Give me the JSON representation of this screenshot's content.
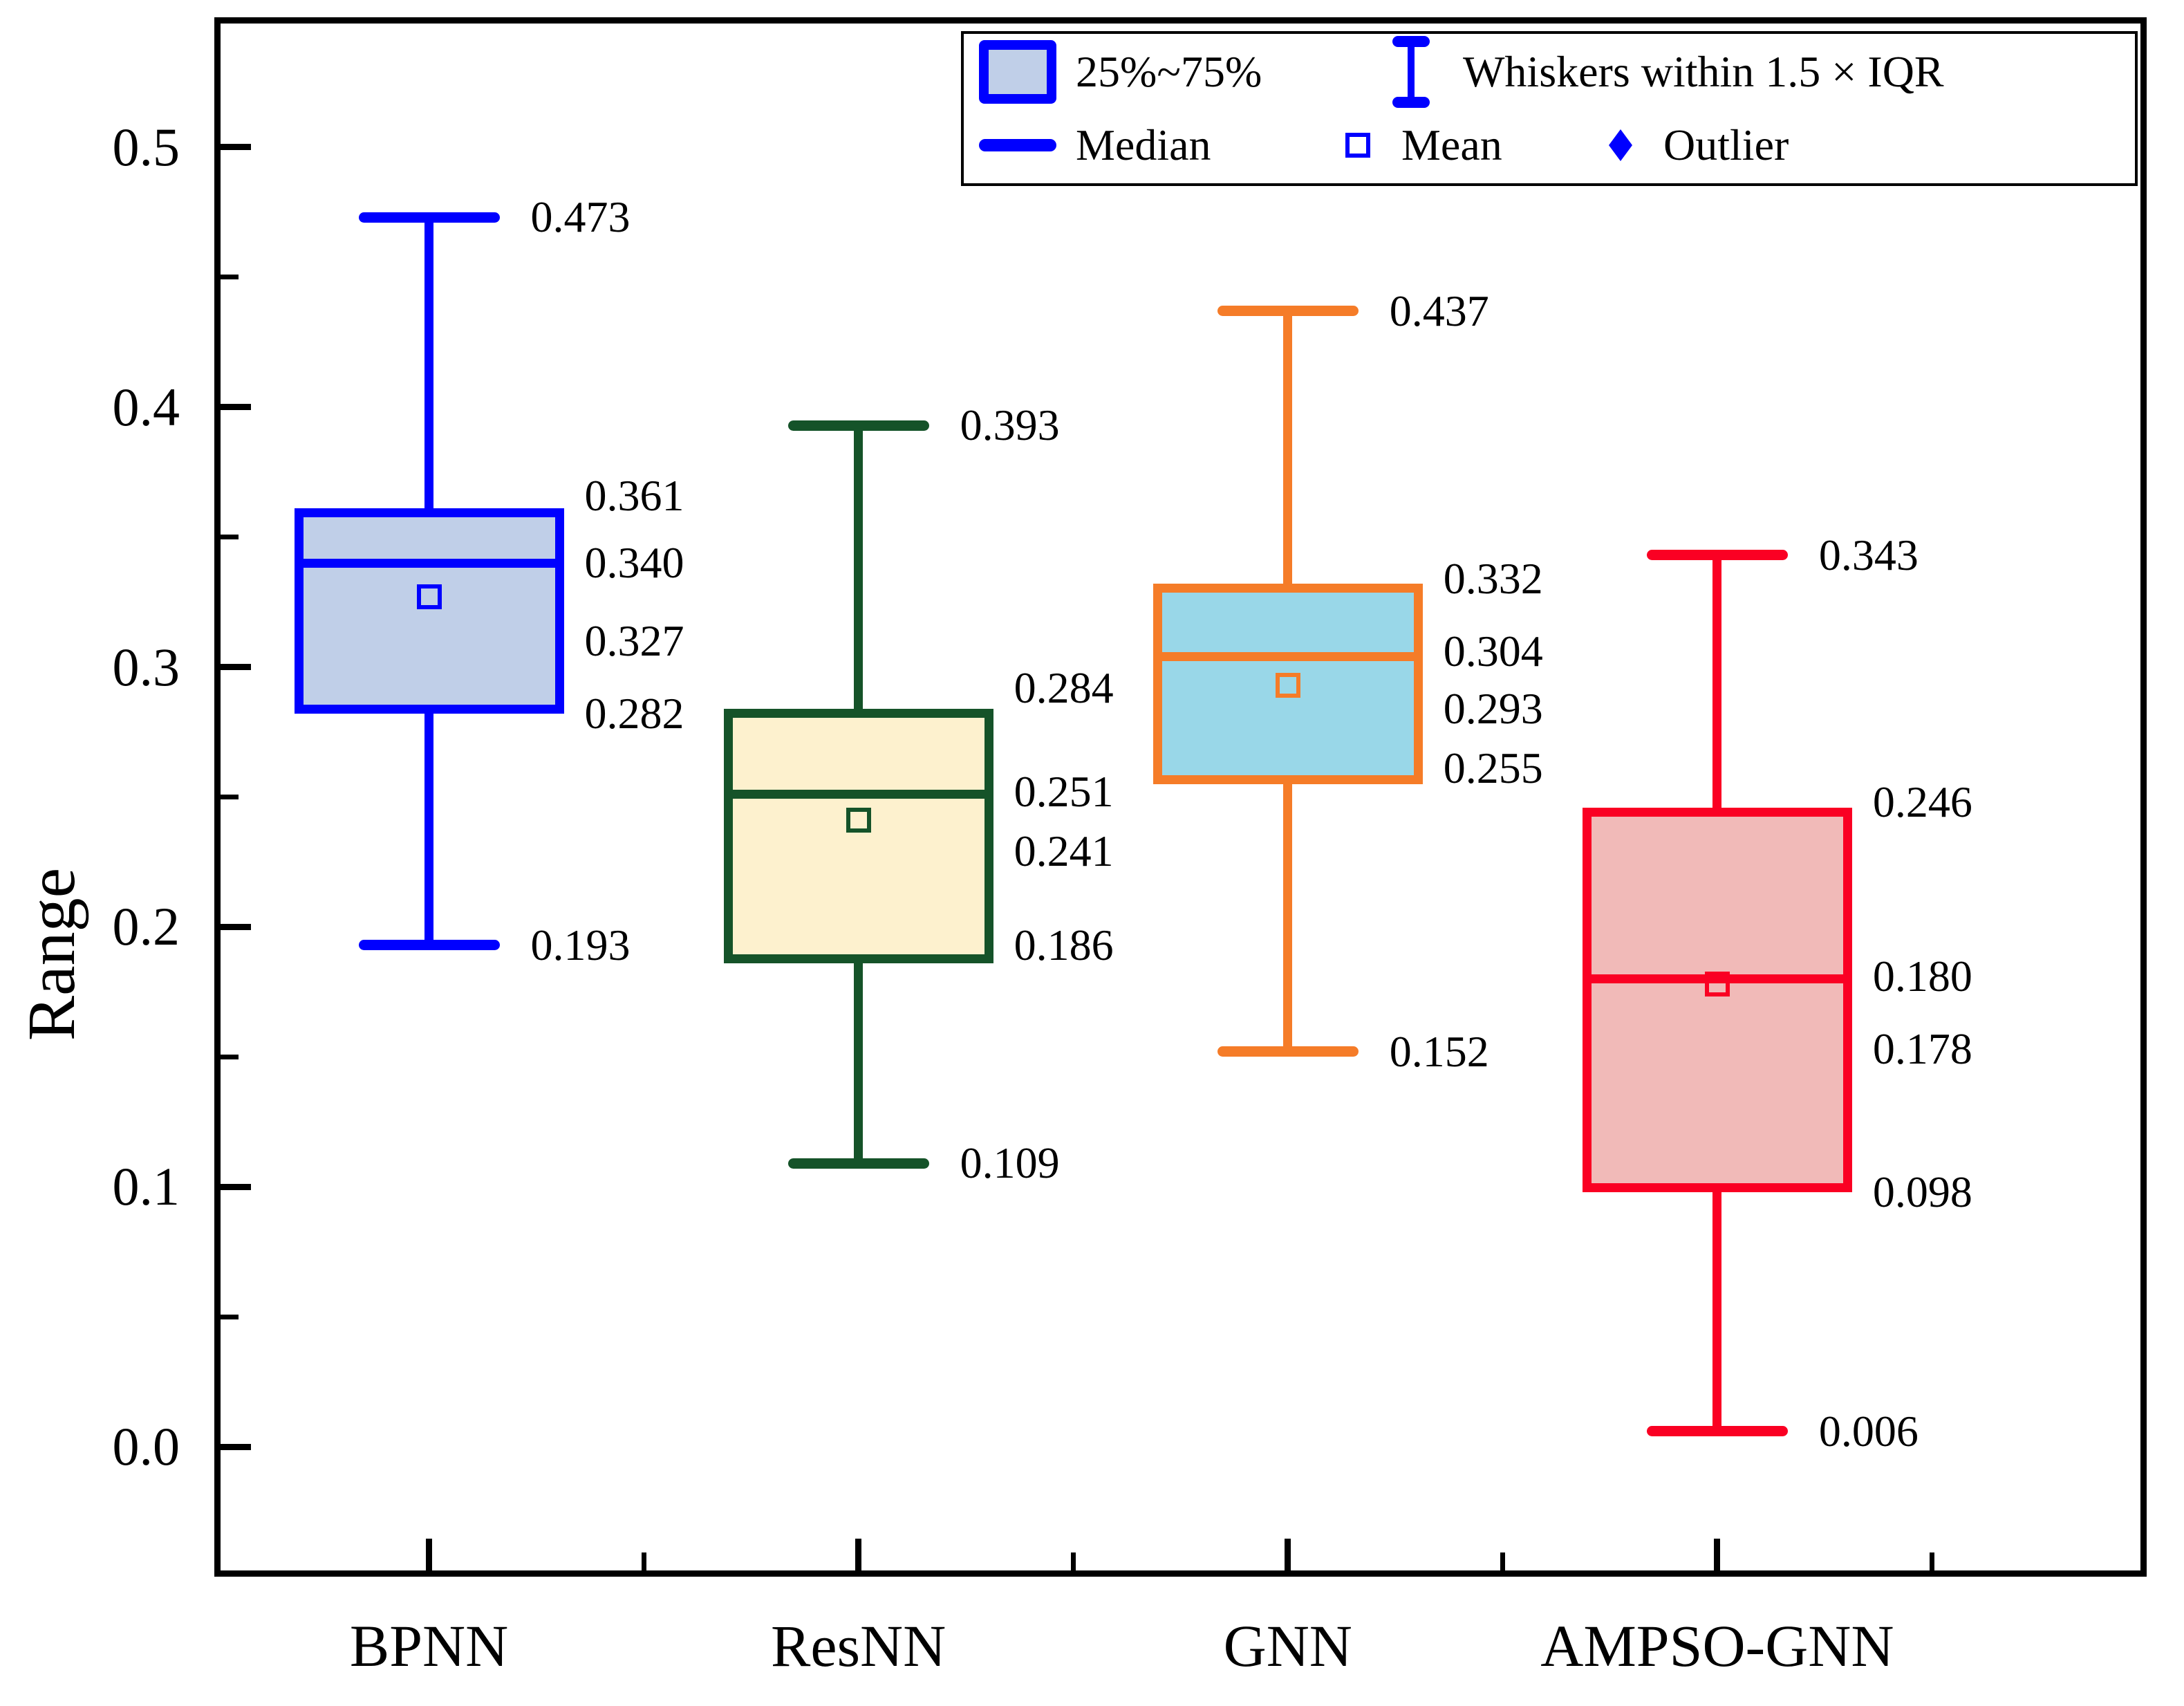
{
  "figure": {
    "ylabel": "Range",
    "background": "#FFFFFF",
    "frame_color": "#000000"
  },
  "y_axis": {
    "range": [
      -0.05,
      0.55
    ],
    "major_ticks": [
      {
        "value": 0.0,
        "label": "0.0"
      },
      {
        "value": 0.1,
        "label": "0.1"
      },
      {
        "value": 0.2,
        "label": "0.2"
      },
      {
        "value": 0.3,
        "label": "0.3"
      },
      {
        "value": 0.4,
        "label": "0.4"
      },
      {
        "value": 0.5,
        "label": "0.5"
      }
    ],
    "minor_ticks": [
      0.05,
      0.15,
      0.25,
      0.35,
      0.45
    ]
  },
  "x_axis": {
    "range": [
      0.5,
      5.0
    ],
    "category_positions": [
      1,
      2,
      3,
      4
    ],
    "minor_ticks": [
      1.5,
      2.5,
      3.5,
      4.5
    ]
  },
  "legend": {
    "box_label": "25%~75%",
    "whisker_label": "Whiskers within 1.5 × IQR",
    "median_label": "Median",
    "mean_label": "Mean",
    "outlier_label": "Outlier",
    "glyph_color": "#0000FF",
    "swatch_fill": "#C0CFE8"
  },
  "chart_data": {
    "type": "box",
    "title": "",
    "xlabel": "",
    "ylabel": "Range",
    "ylim": [
      -0.05,
      0.55
    ],
    "grid": false,
    "legend_position": "top-right",
    "categories": [
      "BPNN",
      "ResNN",
      "GNN",
      "AMPSO-GNN"
    ],
    "series": [
      {
        "name": "BPNN",
        "line_color": "#0000FF",
        "fill_color": "#C0CFE8",
        "whisker_high": 0.473,
        "q3": 0.361,
        "median": 0.34,
        "mean": 0.327,
        "q1": 0.282,
        "whisker_low": 0.193,
        "labels": [
          {
            "text": "0.473",
            "value": 0.473,
            "at": 0.473,
            "anchor": "whisker"
          },
          {
            "text": "0.361",
            "value": 0.361,
            "at": 0.366,
            "anchor": "box"
          },
          {
            "text": "0.340",
            "value": 0.34,
            "at": 0.34,
            "anchor": "box"
          },
          {
            "text": "0.327",
            "value": 0.327,
            "at": 0.31,
            "anchor": "box"
          },
          {
            "text": "0.282",
            "value": 0.282,
            "at": 0.282,
            "anchor": "box"
          },
          {
            "text": "0.193",
            "value": 0.193,
            "at": 0.193,
            "anchor": "whisker"
          }
        ]
      },
      {
        "name": "ResNN",
        "line_color": "#155329",
        "fill_color": "#FDF1CE",
        "whisker_high": 0.393,
        "q3": 0.284,
        "median": 0.251,
        "mean": 0.241,
        "q1": 0.186,
        "whisker_low": 0.109,
        "labels": [
          {
            "text": "0.393",
            "value": 0.393,
            "at": 0.393,
            "anchor": "whisker"
          },
          {
            "text": "0.284",
            "value": 0.284,
            "at": 0.292,
            "anchor": "box"
          },
          {
            "text": "0.251",
            "value": 0.251,
            "at": 0.252,
            "anchor": "box"
          },
          {
            "text": "0.241",
            "value": 0.241,
            "at": 0.229,
            "anchor": "box"
          },
          {
            "text": "0.186",
            "value": 0.186,
            "at": 0.193,
            "anchor": "box"
          },
          {
            "text": "0.109",
            "value": 0.109,
            "at": 0.109,
            "anchor": "whisker"
          }
        ]
      },
      {
        "name": "GNN",
        "line_color": "#F57C28",
        "fill_color": "#99D7E8",
        "whisker_high": 0.437,
        "q3": 0.332,
        "median": 0.304,
        "mean": 0.293,
        "q1": 0.255,
        "whisker_low": 0.152,
        "labels": [
          {
            "text": "0.437",
            "value": 0.437,
            "at": 0.437,
            "anchor": "whisker"
          },
          {
            "text": "0.332",
            "value": 0.332,
            "at": 0.334,
            "anchor": "box"
          },
          {
            "text": "0.304",
            "value": 0.304,
            "at": 0.306,
            "anchor": "box"
          },
          {
            "text": "0.293",
            "value": 0.293,
            "at": 0.284,
            "anchor": "box"
          },
          {
            "text": "0.255",
            "value": 0.255,
            "at": 0.261,
            "anchor": "box"
          },
          {
            "text": "0.152",
            "value": 0.152,
            "at": 0.152,
            "anchor": "whisker"
          }
        ]
      },
      {
        "name": "AMPSO-GNN",
        "line_color": "#FA0023",
        "fill_color": "#F1BAB8",
        "whisker_high": 0.343,
        "q3": 0.246,
        "median": 0.18,
        "mean": 0.178,
        "q1": 0.098,
        "whisker_low": 0.006,
        "labels": [
          {
            "text": "0.343",
            "value": 0.343,
            "at": 0.343,
            "anchor": "whisker"
          },
          {
            "text": "0.246",
            "value": 0.246,
            "at": 0.248,
            "anchor": "box"
          },
          {
            "text": "0.180",
            "value": 0.18,
            "at": 0.181,
            "anchor": "box"
          },
          {
            "text": "0.178",
            "value": 0.178,
            "at": 0.153,
            "anchor": "box"
          },
          {
            "text": "0.098",
            "value": 0.098,
            "at": 0.098,
            "anchor": "box"
          },
          {
            "text": "0.006",
            "value": 0.006,
            "at": 0.006,
            "anchor": "whisker"
          }
        ]
      }
    ]
  }
}
